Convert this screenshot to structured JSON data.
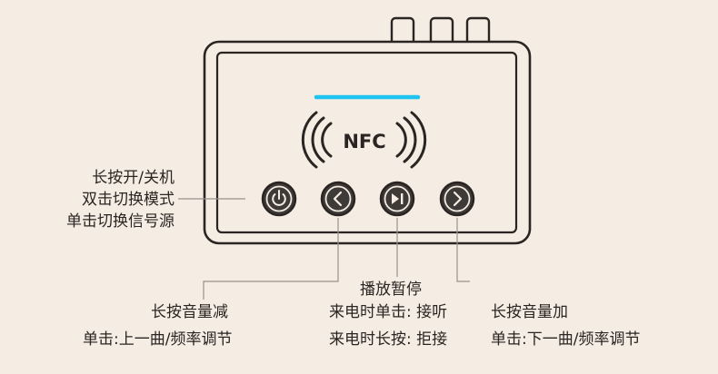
{
  "device": {
    "logo_text": "NFC",
    "colors": {
      "background": "#f5ece3",
      "outline": "#2a2522",
      "panel": "#f5ece3",
      "button_fill": "#3e3a38",
      "button_ring": "#2a2522",
      "led": "#1ec3f0",
      "leader_line": "#9a918b"
    },
    "buttons": [
      {
        "id": "power",
        "icon": "power-icon"
      },
      {
        "id": "prev",
        "icon": "chevron-left-icon"
      },
      {
        "id": "play",
        "icon": "play-pause-icon"
      },
      {
        "id": "next",
        "icon": "chevron-right-icon"
      }
    ]
  },
  "annotations": {
    "power": [
      "长按开/关机",
      "双击切换模式",
      "单击切换信号源"
    ],
    "prev": [
      "长按音量减",
      "单击:上一曲/频率调节"
    ],
    "play": [
      "播放暂停",
      "来电时单击: 接听",
      "来电时长按: 拒接"
    ],
    "next": [
      "长按音量加",
      "单击:下一曲/频率调节"
    ]
  }
}
